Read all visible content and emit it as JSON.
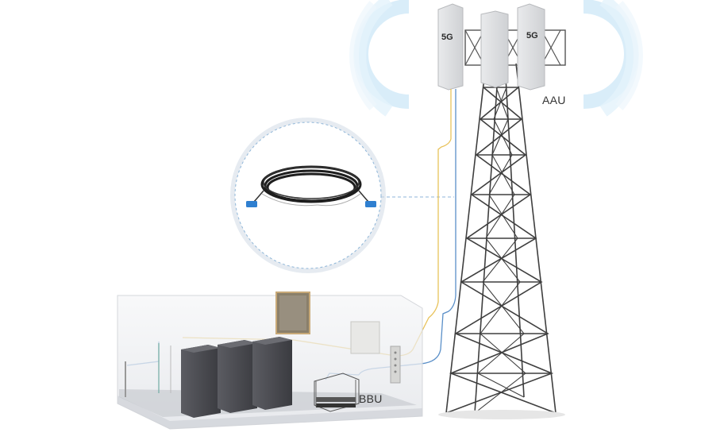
{
  "labels": {
    "aau": "AAU",
    "bbu": "BBU"
  },
  "antenna_badge": "5G",
  "colors": {
    "signal_wave": "#9fd2f2",
    "fiber_yellow": "#e8c25a",
    "fiber_blue": "#5a8fc8",
    "tower_steel": "#3f3f3f",
    "cabinet": "#4a4a4f",
    "callout_border": "#8fb6d8",
    "connector_blue": "#2f7fd0"
  },
  "icons": {
    "antenna": "antenna-panel-icon",
    "cable": "fiber-cable-coil-icon",
    "bbu": "bbu-rack-icon"
  }
}
